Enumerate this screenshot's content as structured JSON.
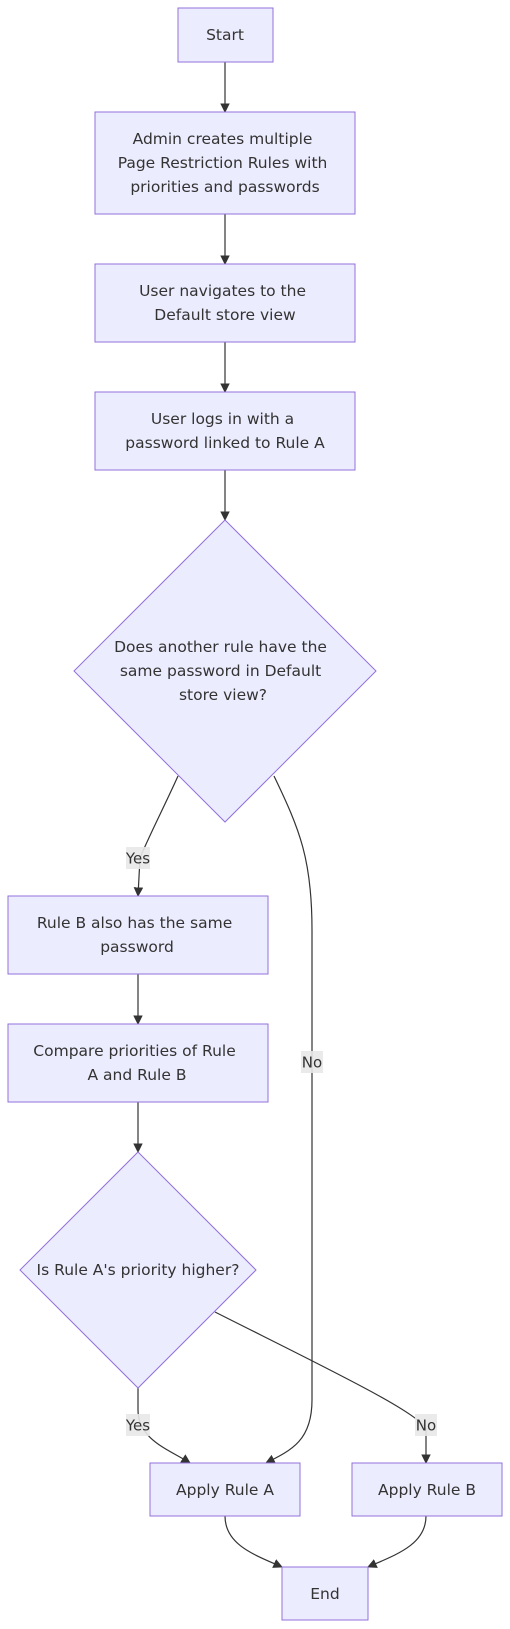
{
  "diagram": {
    "nodes": {
      "start": {
        "lines": [
          "Start"
        ]
      },
      "admin_creates": {
        "lines": [
          "Admin creates multiple",
          "Page Restriction Rules with",
          "priorities and passwords"
        ]
      },
      "user_navigates": {
        "lines": [
          "User navigates to the",
          "Default store view"
        ]
      },
      "user_logs_in": {
        "lines": [
          "User logs in with a",
          "password linked to Rule A"
        ]
      },
      "decision_same_password": {
        "lines": [
          "Does another rule have the",
          "same password in Default",
          "store view?"
        ]
      },
      "rule_b_same": {
        "lines": [
          "Rule B also has the same",
          "password"
        ]
      },
      "compare_priorities": {
        "lines": [
          "Compare priorities of Rule",
          "A and Rule B"
        ]
      },
      "decision_priority": {
        "lines": [
          "Is Rule A's priority higher?"
        ]
      },
      "apply_rule_a": {
        "lines": [
          "Apply Rule A"
        ]
      },
      "apply_rule_b": {
        "lines": [
          "Apply Rule B"
        ]
      },
      "end": {
        "lines": [
          "End"
        ]
      }
    },
    "edge_labels": {
      "same_password_yes": "Yes",
      "same_password_no": "No",
      "priority_yes": "Yes",
      "priority_no": "No"
    }
  },
  "colors": {
    "node_fill": "#ececff",
    "node_stroke": "#9370db",
    "edge": "#333333",
    "text": "#333333",
    "label_bg": "#e8e8e8"
  }
}
